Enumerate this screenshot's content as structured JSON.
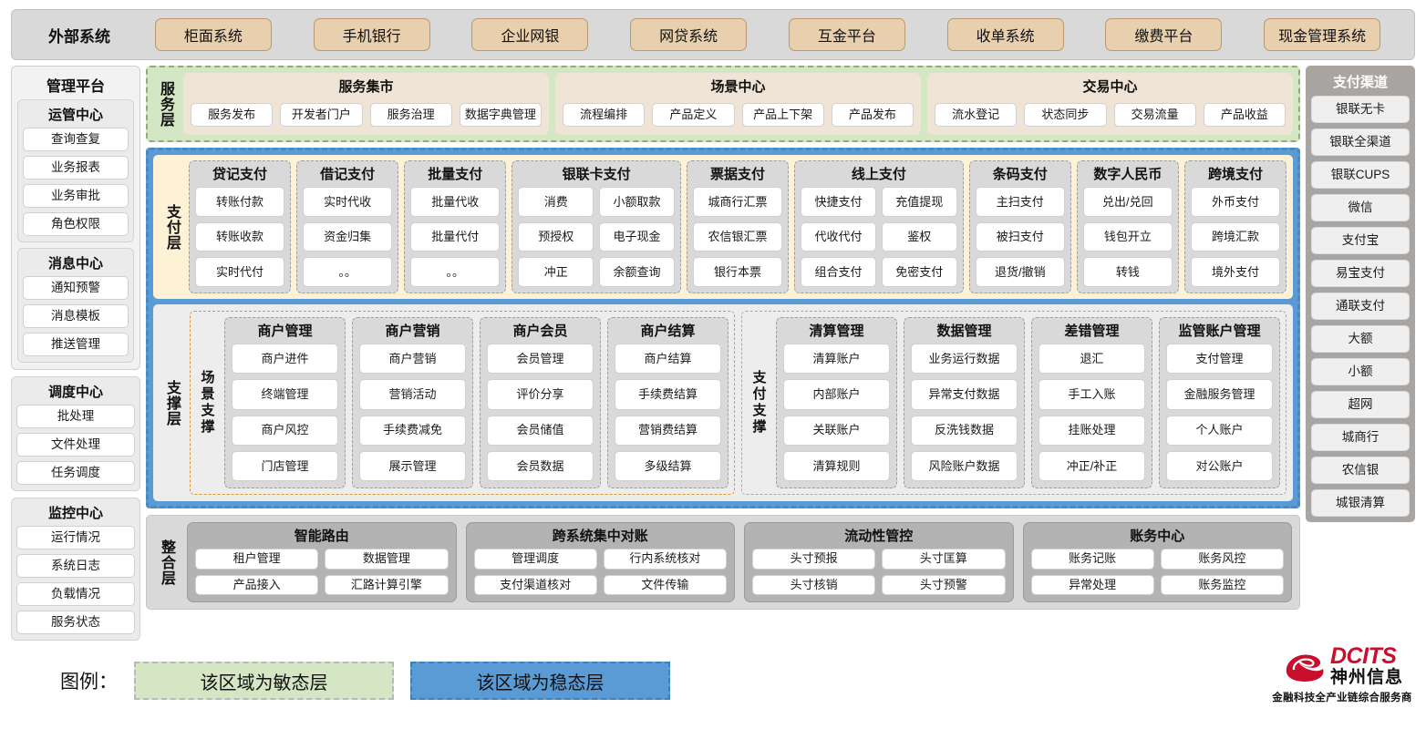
{
  "external": {
    "title": "外部系统",
    "items": [
      "柜面系统",
      "手机银行",
      "企业网银",
      "网贷系统",
      "互金平台",
      "收单系统",
      "缴费平台",
      "现金管理系统"
    ]
  },
  "management": {
    "title": "管理平台",
    "groups": [
      {
        "title": "运管中心",
        "items": [
          "查询查复",
          "业务报表",
          "业务审批",
          "角色权限"
        ]
      },
      {
        "title": "消息中心",
        "items": [
          "通知预警",
          "消息模板",
          "推送管理"
        ]
      }
    ],
    "standalone": [
      {
        "title": "调度中心",
        "items": [
          "批处理",
          "文件处理",
          "任务调度"
        ]
      },
      {
        "title": "监控中心",
        "items": [
          "运行情况",
          "系统日志",
          "负载情况",
          "服务状态"
        ]
      }
    ]
  },
  "channels": {
    "title": "支付渠道",
    "items": [
      "银联无卡",
      "银联全渠道",
      "银联CUPS",
      "微信",
      "支付宝",
      "易宝支付",
      "通联支付",
      "大额",
      "小额",
      "超网",
      "城商行",
      "农信银",
      "城银清算"
    ]
  },
  "service_layer": {
    "label": "服务层",
    "cards": [
      {
        "title": "服务集市",
        "items": [
          "服务发布",
          "开发者门户",
          "服务治理",
          "数据字典管理"
        ]
      },
      {
        "title": "场景中心",
        "items": [
          "流程编排",
          "产品定义",
          "产品上下架",
          "产品发布"
        ]
      },
      {
        "title": "交易中心",
        "items": [
          "流水登记",
          "状态同步",
          "交易流量",
          "产品收益"
        ]
      }
    ]
  },
  "payment_layer": {
    "label": "支付层",
    "groups": [
      {
        "title": "贷记支付",
        "cols": [
          [
            "转账付款",
            "转账收款",
            "实时代付"
          ]
        ]
      },
      {
        "title": "借记支付",
        "cols": [
          [
            "实时代收",
            "资金归集",
            "。。"
          ]
        ]
      },
      {
        "title": "批量支付",
        "cols": [
          [
            "批量代收",
            "批量代付",
            "。。"
          ]
        ]
      },
      {
        "title": "银联卡支付",
        "cols": [
          [
            "消费",
            "预授权",
            "冲正"
          ],
          [
            "小额取款",
            "电子现金",
            "余额查询"
          ]
        ]
      },
      {
        "title": "票据支付",
        "cols": [
          [
            "城商行汇票",
            "农信银汇票",
            "银行本票"
          ]
        ]
      },
      {
        "title": "线上支付",
        "cols": [
          [
            "快捷支付",
            "代收代付",
            "组合支付"
          ],
          [
            "充值提现",
            "鉴权",
            "免密支付"
          ]
        ]
      },
      {
        "title": "条码支付",
        "cols": [
          [
            "主扫支付",
            "被扫支付",
            "退货/撤销"
          ]
        ]
      },
      {
        "title": "数字人民币",
        "cols": [
          [
            "兑出/兑回",
            "钱包开立",
            "转钱"
          ]
        ]
      },
      {
        "title": "跨境支付",
        "cols": [
          [
            "外币支付",
            "跨境汇款",
            "境外支付"
          ]
        ]
      }
    ]
  },
  "support_layer": {
    "label": "支撑层",
    "zones": [
      {
        "label": "场景支撑",
        "groups": [
          {
            "title": "商户管理",
            "items": [
              "商户进件",
              "终端管理",
              "商户风控",
              "门店管理"
            ]
          },
          {
            "title": "商户营销",
            "items": [
              "商户营销",
              "营销活动",
              "手续费减免",
              "展示管理"
            ]
          },
          {
            "title": "商户会员",
            "items": [
              "会员管理",
              "评价分享",
              "会员储值",
              "会员数据"
            ]
          },
          {
            "title": "商户结算",
            "items": [
              "商户结算",
              "手续费结算",
              "营销费结算",
              "多级结算"
            ]
          }
        ]
      },
      {
        "label": "支付支撑",
        "groups": [
          {
            "title": "清算管理",
            "items": [
              "清算账户",
              "内部账户",
              "关联账户",
              "清算规则"
            ]
          },
          {
            "title": "数据管理",
            "items": [
              "业务运行数据",
              "异常支付数据",
              "反洗钱数据",
              "风险账户数据"
            ]
          },
          {
            "title": "差错管理",
            "items": [
              "退汇",
              "手工入账",
              "挂账处理",
              "冲正/补正"
            ]
          },
          {
            "title": "监管账户管理",
            "items": [
              "支付管理",
              "金融服务管理",
              "个人账户",
              "对公账户"
            ]
          }
        ]
      }
    ]
  },
  "integration_layer": {
    "label": "整合层",
    "groups": [
      {
        "title": "智能路由",
        "rows": [
          [
            "租户管理",
            "数据管理"
          ],
          [
            "产品接入",
            "汇路计算引擎"
          ]
        ]
      },
      {
        "title": "跨系统集中对账",
        "rows": [
          [
            "管理调度",
            "行内系统核对"
          ],
          [
            "支付渠道核对",
            "文件传输"
          ]
        ]
      },
      {
        "title": "流动性管控",
        "rows": [
          [
            "头寸预报",
            "头寸匡算"
          ],
          [
            "头寸核销",
            "头寸预警"
          ]
        ]
      },
      {
        "title": "账务中心",
        "rows": [
          [
            "账务记账",
            "账务风控"
          ],
          [
            "异常处理",
            "账务监控"
          ]
        ]
      }
    ]
  },
  "legend": {
    "label": "图例：",
    "agile": "该区域为敏态层",
    "stable": "该区域为稳态层",
    "agile_color": "#d4e6c3",
    "stable_color": "#5b9bd5"
  },
  "logo": {
    "en": "DCITS",
    "cn": "神州信息",
    "tagline": "金融科技全产业链综合服务商",
    "brand_color": "#c8102e"
  }
}
